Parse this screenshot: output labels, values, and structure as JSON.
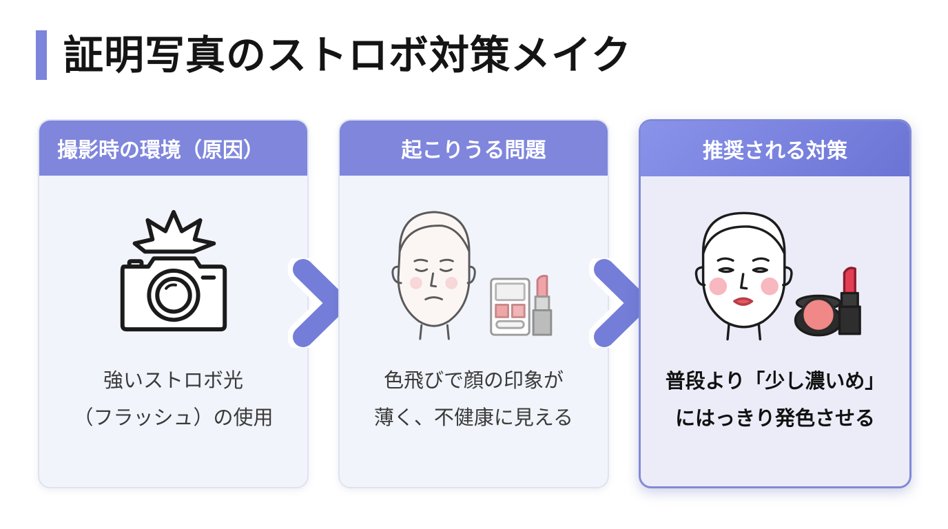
{
  "page": {
    "title": "証明写真のストロボ対策メイク"
  },
  "colors": {
    "accent": "#7b85dc",
    "header": "#7f86dc",
    "card_background": "#f1f4fa",
    "highlight_card_background": "#ececf9",
    "highlight_border": "#8189d6",
    "blush": "#f2a0a8",
    "lipstick": "#d9534f"
  },
  "steps": [
    {
      "header": "撮影時の環境（原因）",
      "icon": "camera-flash-icon",
      "body_lines": [
        "強いストロボ光",
        "（フラッシュ）の使用"
      ]
    },
    {
      "header": "起こりうる問題",
      "icon": "pale-face-icon",
      "body_lines": [
        "色飛びで顔の印象が",
        "薄く、不健康に見える"
      ]
    },
    {
      "header": "推奨される対策",
      "icon": "made-up-face-icon",
      "body_lines": [
        "普段より「少し濃いめ」",
        "にはっきり発色させる"
      ]
    }
  ]
}
